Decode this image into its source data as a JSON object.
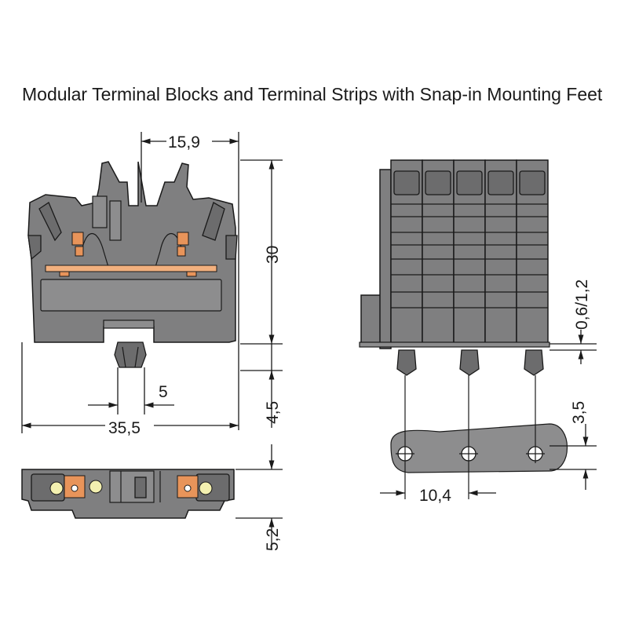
{
  "title": "Modular Terminal Blocks and Terminal Strips with Snap-in Mounting Feet",
  "dimensions": {
    "pitch_top": "15,9",
    "height": "30",
    "foot_width": "5",
    "foot_height": "4,5",
    "overall_width": "35,5",
    "bottom_height": "5,2",
    "marker_offset": "0,6/1,2",
    "carrier_offset": "3,5",
    "hole_pitch": "10,4"
  },
  "colors": {
    "housing": "#7f7f80",
    "contact": "#e8945a",
    "marker": "#f2b07e",
    "release": "#f3f0b0"
  }
}
